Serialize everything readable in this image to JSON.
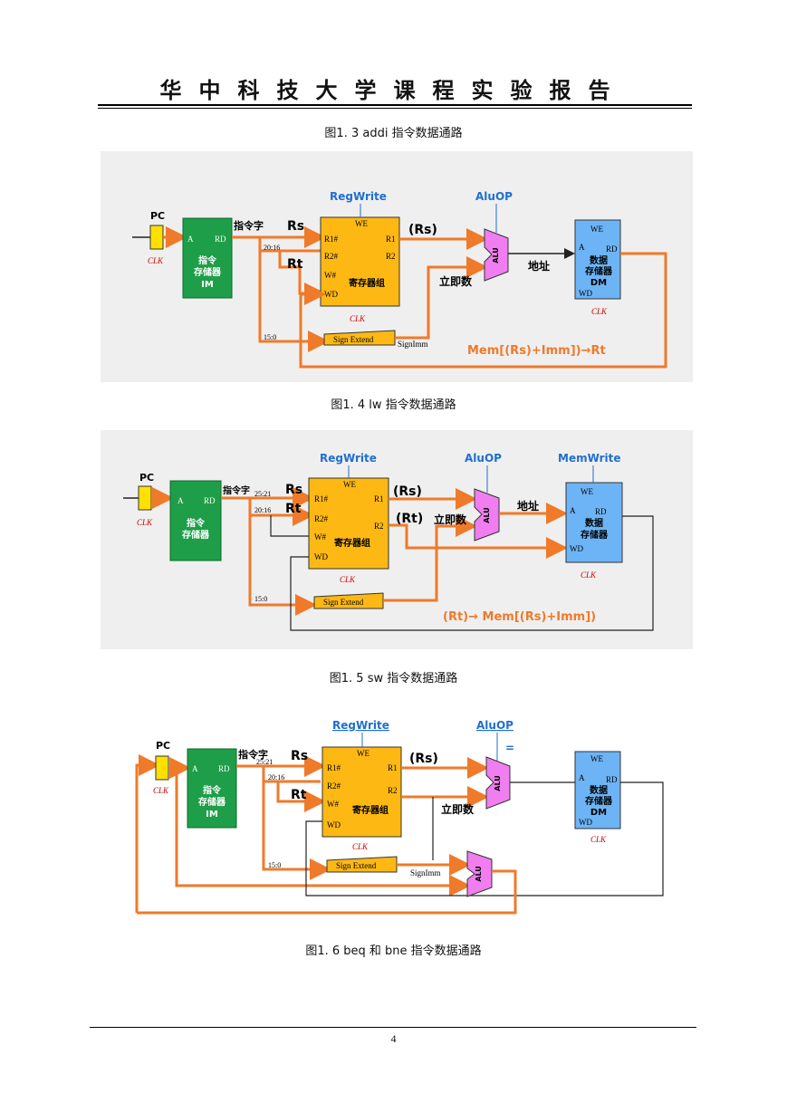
{
  "header": {
    "title": "华中科技大学课程实验报告"
  },
  "captions": {
    "fig13": "图1. 3 addi 指令数据通路",
    "fig14": "图1. 4 lw 指令数据通路",
    "fig15": "图1. 5 sw 指令数据通路",
    "fig16": "图1. 6 beq 和 bne 指令数据通路"
  },
  "labels": {
    "pc": "PC",
    "clk": "CLK",
    "A": "A",
    "RD": "RD",
    "im_line1": "指令",
    "im_line2": "存储器",
    "im_line3": "IM",
    "instr_word": "指令字",
    "rs": "Rs",
    "rt": "Rt",
    "bits_25_21": "25:21",
    "bits_20_16": "20:16",
    "bits_15_0": "15:0",
    "we": "WE",
    "r1_port": "R1#",
    "r2_port": "R2#",
    "w_port": "W#",
    "wd_port": "WD",
    "r1": "R1",
    "r2": "R2",
    "regfile": "寄存器组",
    "regwrite": "RegWrite",
    "aluop": "AluOP",
    "memwrite": "MemWrite",
    "alu": "ALU",
    "sign_extend": "Sign Extend",
    "signimm": "SignImm",
    "rs_val": "(Rs)",
    "rt_val": "(Rt)",
    "imm": "立即数",
    "addr": "地址",
    "dm_line1": "数据",
    "dm_line2": "存储器",
    "dm_line3": "DM",
    "eq": "=",
    "lw_formula": "Mem[(Rs)+Imm])→Rt",
    "sw_formula": "(Rt)→ Mem[(Rs)+Imm])"
  },
  "footer": {
    "page_number": "4"
  }
}
